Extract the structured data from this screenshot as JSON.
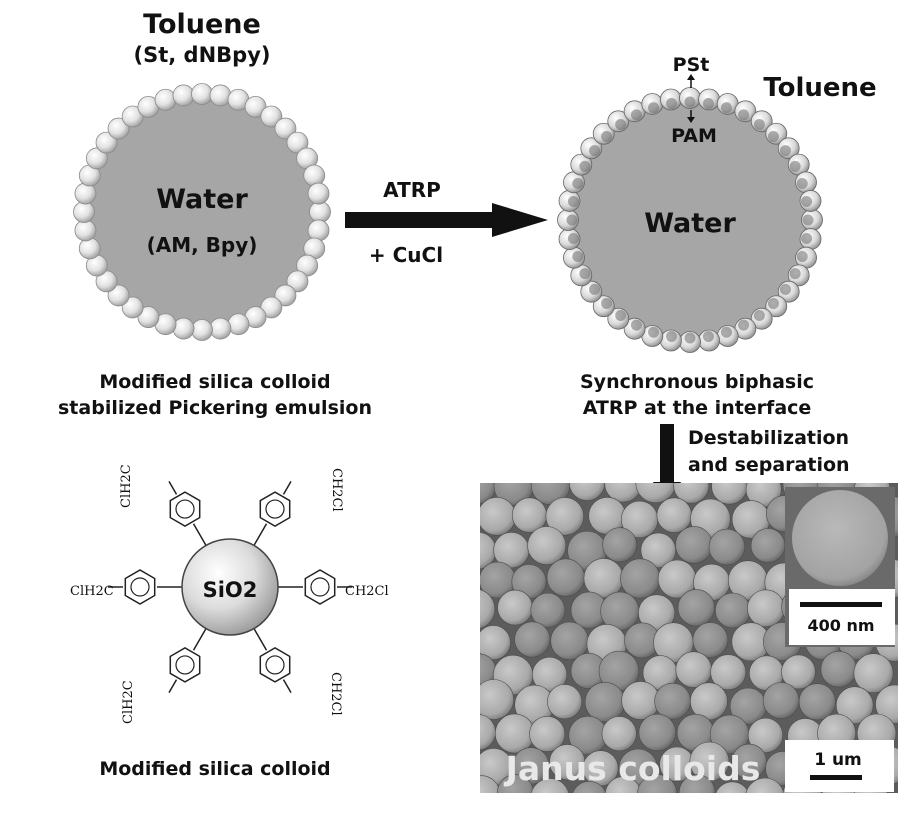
{
  "left_emulsion": {
    "outer_phase": "Toluene",
    "outer_monomers": "(St, dNBpy)",
    "inner_phase": "Water",
    "inner_monomers": "(AM, Bpy)",
    "caption_line1": "Modified silica colloid",
    "caption_line2": "stabilized Pickering emulsion"
  },
  "reaction_arrow": {
    "label_top": "ATRP",
    "label_bottom": "+ CuCl"
  },
  "right_emulsion": {
    "outer_phase": "Toluene",
    "inner_phase": "Water",
    "shell_outer": "PSt",
    "shell_inner": "PAM",
    "caption_line1": "Synchronous biphasic",
    "caption_line2": "ATRP at the interface"
  },
  "down_arrow": {
    "label_line1": "Destabilization",
    "label_line2": "and separation"
  },
  "silica_structure": {
    "core_label": "SiO2",
    "substituent_right": "CH2Cl",
    "substituent_left": "ClH2C",
    "caption": "Modified silica colloid"
  },
  "sem_image": {
    "overlay_title": "Janus colloids",
    "inset_scale": "400 nm",
    "main_scale": "1 um"
  }
}
